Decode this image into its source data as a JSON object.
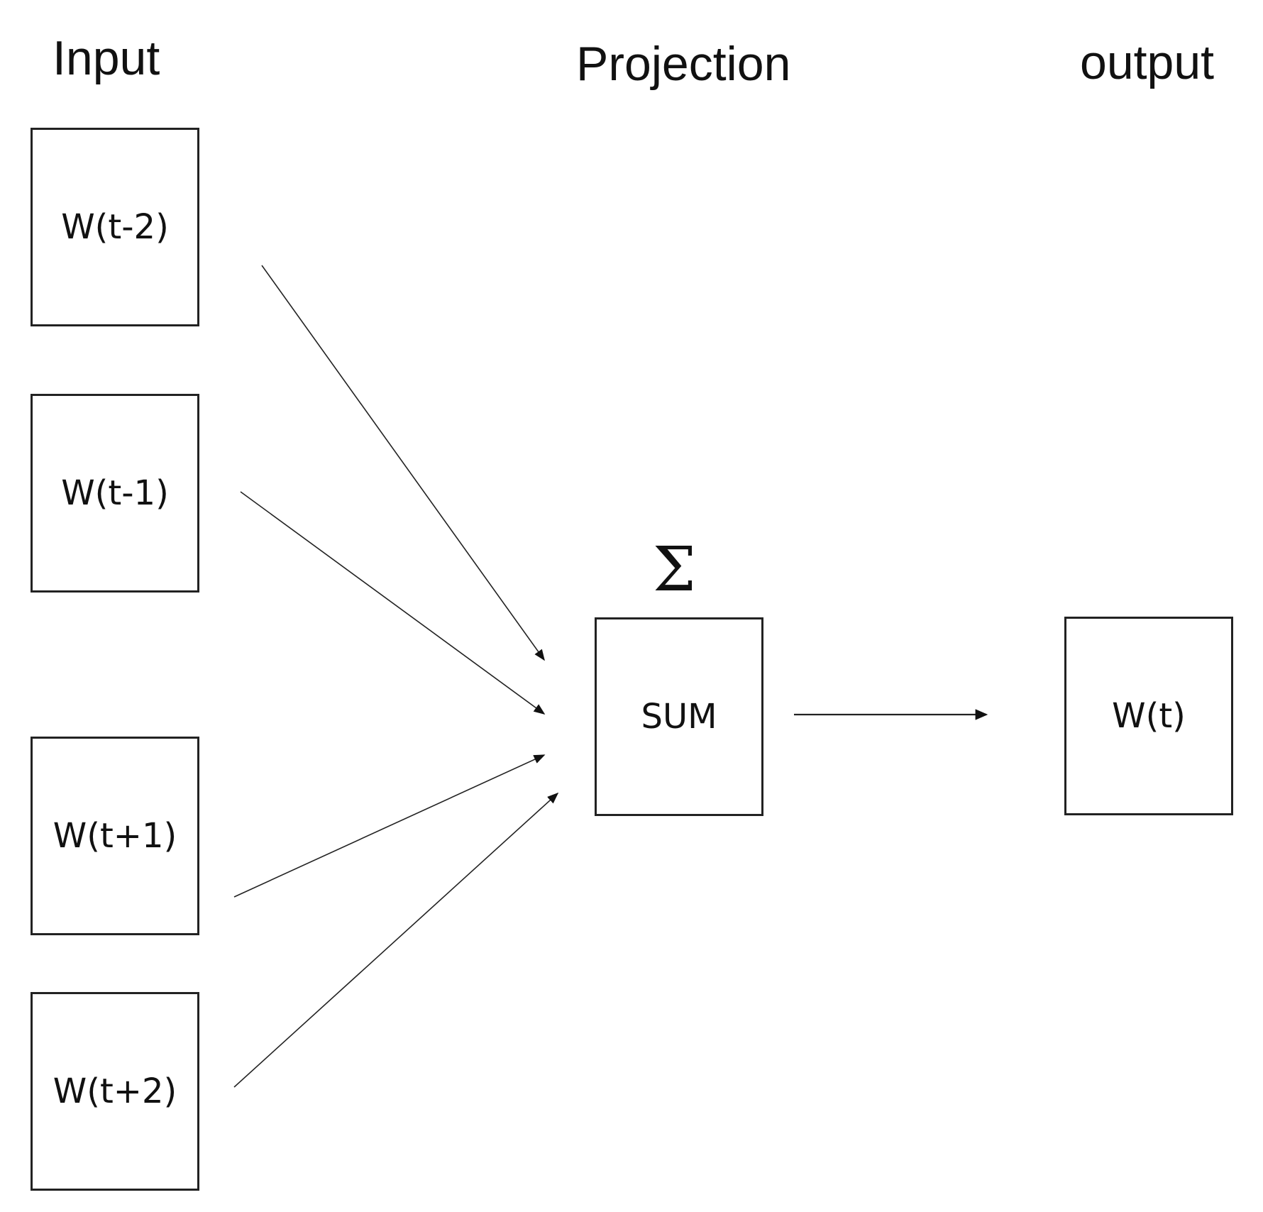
{
  "headings": {
    "input": "Input",
    "projection": "Projection",
    "output": "output"
  },
  "inputs": [
    {
      "label": "W(t-2)"
    },
    {
      "label": "W(t-1)"
    },
    {
      "label": "W(t+1)"
    },
    {
      "label": "W(t+2)"
    }
  ],
  "projection": {
    "symbol": "Σ",
    "label": "SUM"
  },
  "output": {
    "label": "W(t)"
  },
  "colors": {
    "stroke": "#222222",
    "text": "#111111",
    "background": "#ffffff"
  }
}
